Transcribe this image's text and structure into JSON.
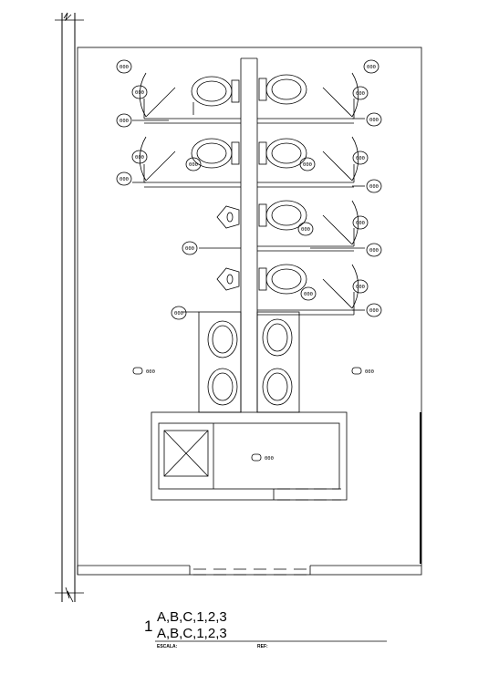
{
  "fixture_tag": "000",
  "title_block": {
    "number": "1",
    "line1": "A,B,C,1,2,3",
    "line2": "A,B,C,1,2,3",
    "escala_label": "ESCALA:",
    "ref_label": "REF:"
  }
}
